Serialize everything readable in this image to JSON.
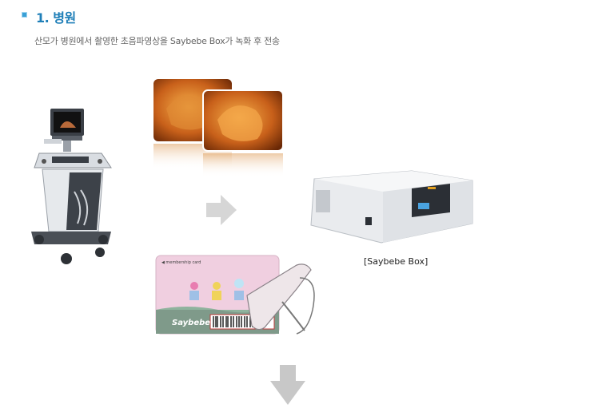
{
  "section": {
    "title": "1. 병원",
    "subtitle": "산모가 병원에서 촬영한 초음파영상을 Saybebe Box가 녹화 후 전송"
  },
  "box": {
    "caption": "[Saybebe Box]"
  },
  "card": {
    "header": "◀ membership card",
    "brand": "Saybebe"
  },
  "colors": {
    "accent": "#1f7fb8",
    "marker": "#3aa0d6",
    "arrow": "#c8c8c8"
  }
}
